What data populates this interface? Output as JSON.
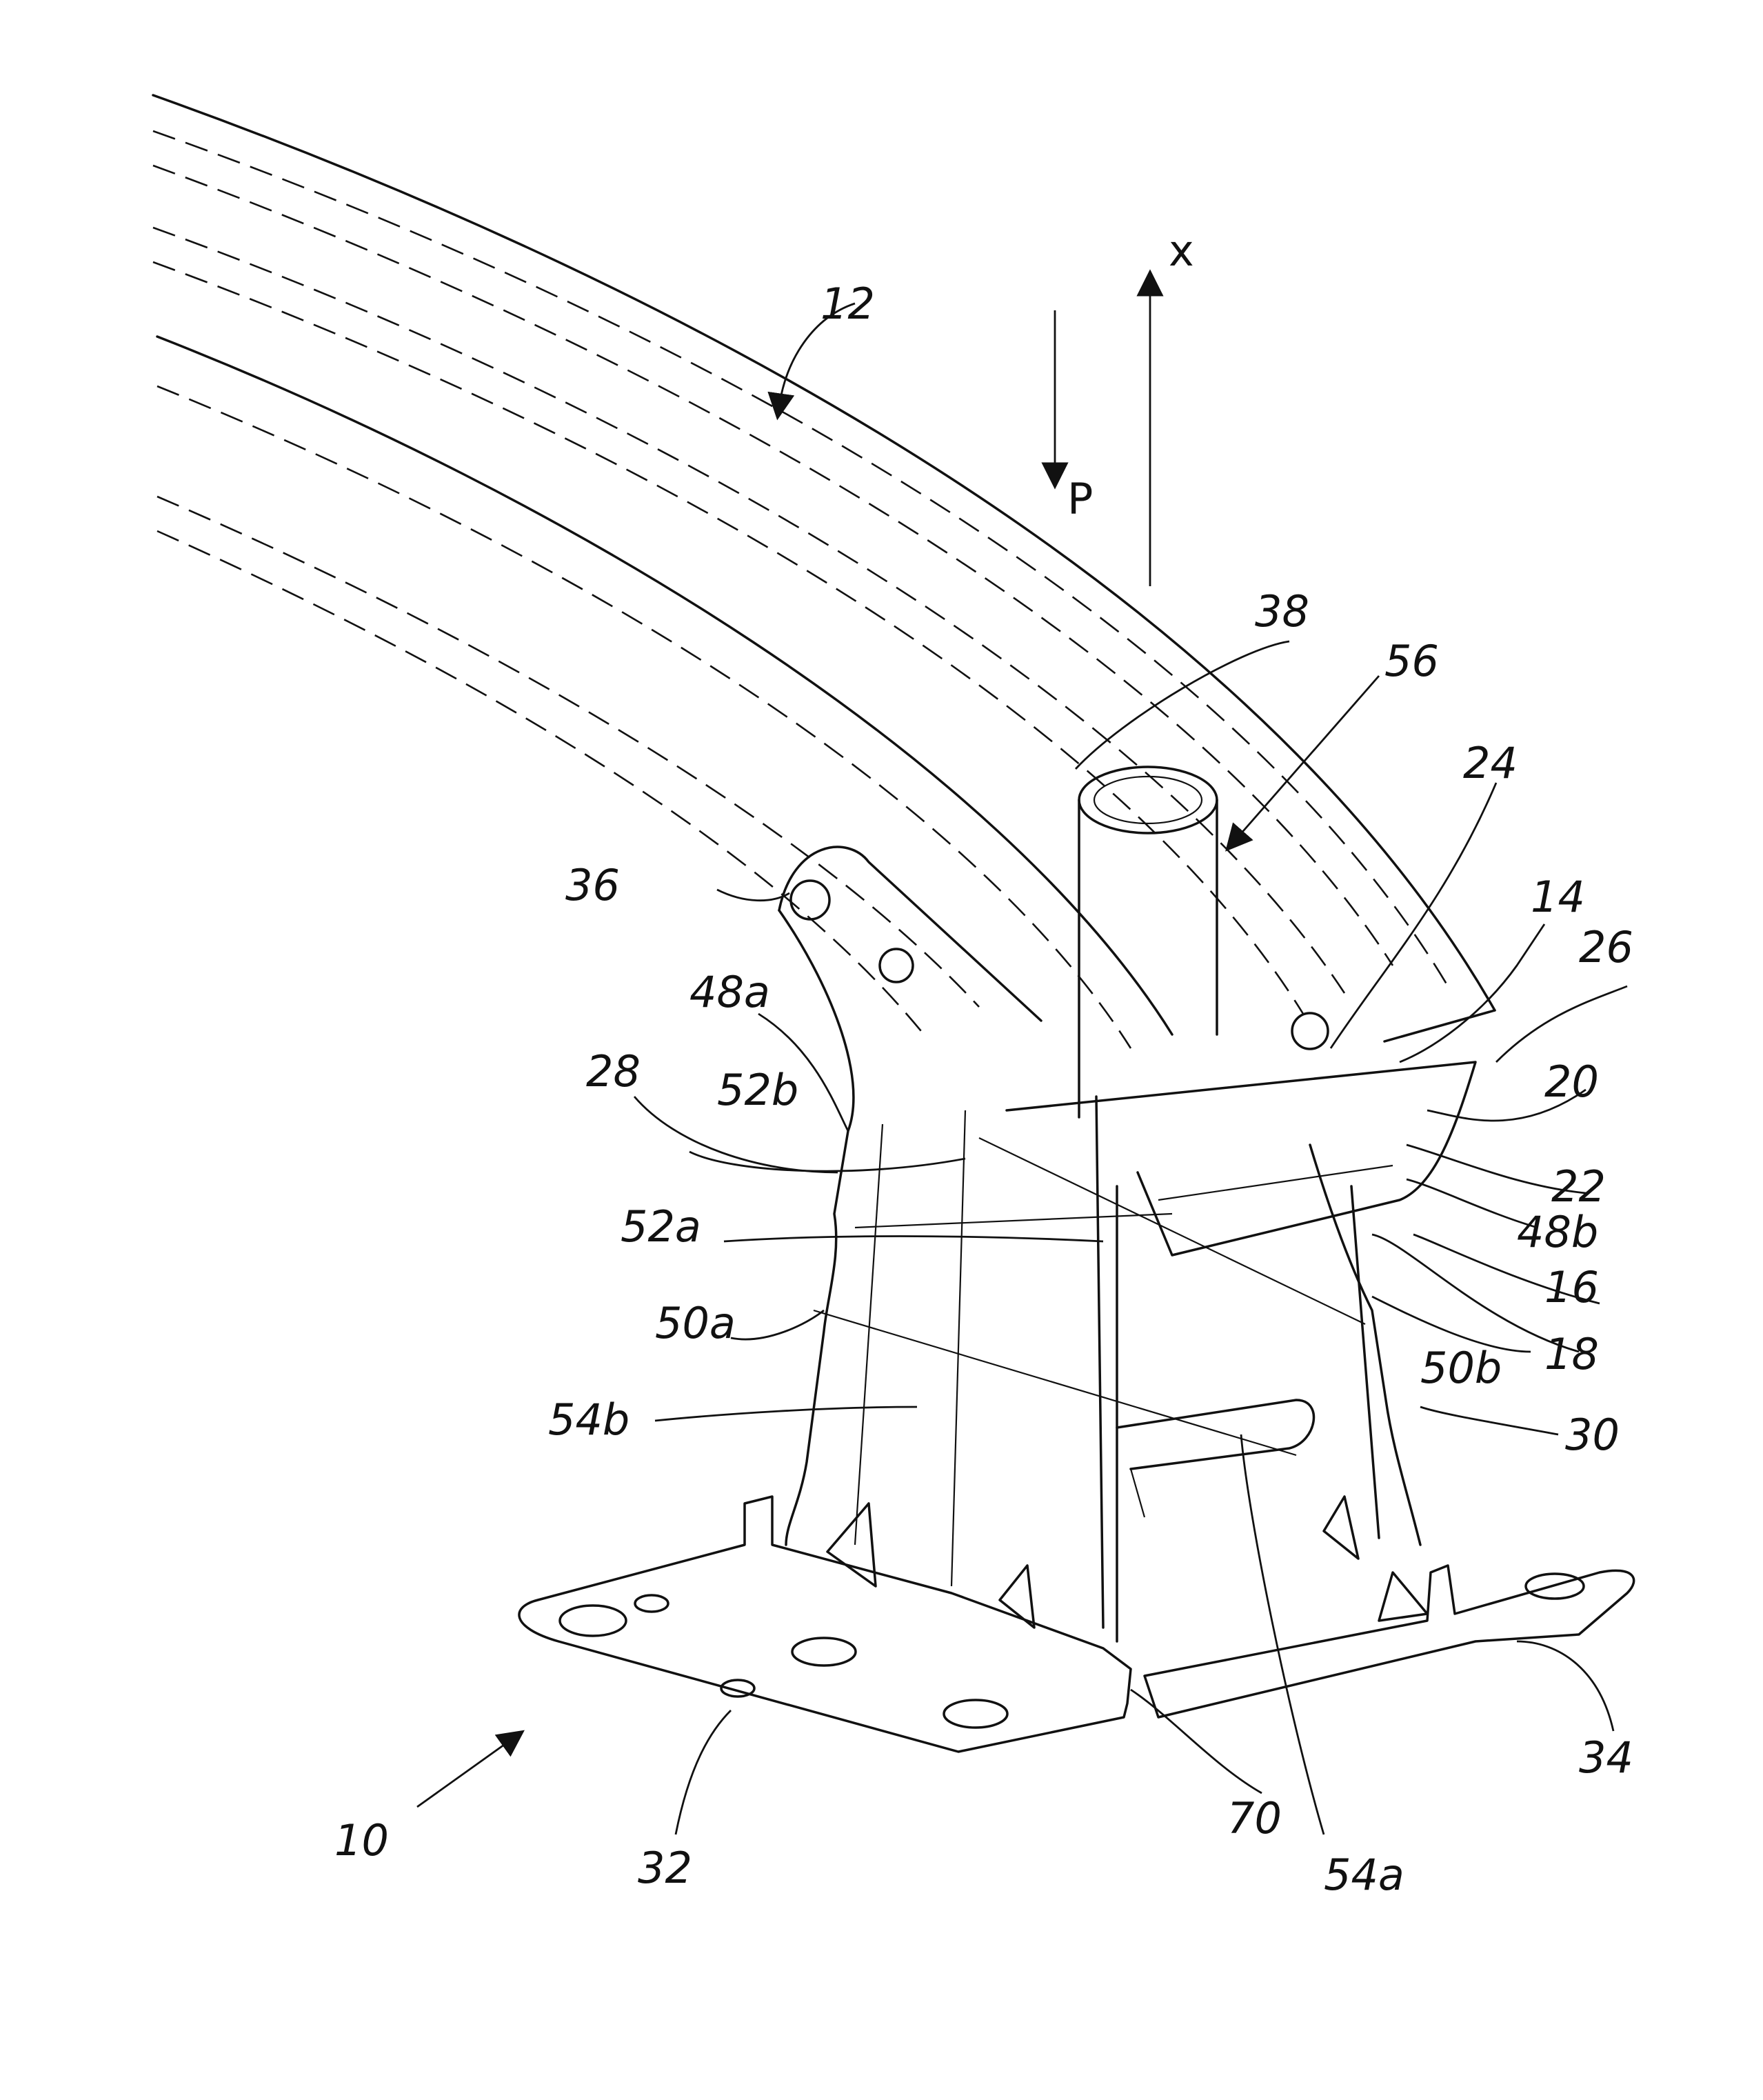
{
  "figure": {
    "labels": {
      "l12": "12",
      "lx": "x",
      "lp": "P",
      "l38": "38",
      "l56": "56",
      "l24": "24",
      "l36": "36",
      "l14": "14",
      "l26": "26",
      "l48a": "48a",
      "l28": "28",
      "l52b": "52b",
      "l20": "20",
      "l22": "22",
      "l52a": "52a",
      "l48b": "48b",
      "l16": "16",
      "l50a": "50a",
      "l50b": "50b",
      "l18": "18",
      "l54b": "54b",
      "l30": "30",
      "l34": "34",
      "l70": "70",
      "l10": "10",
      "l32": "32",
      "l54a": "54a"
    }
  }
}
